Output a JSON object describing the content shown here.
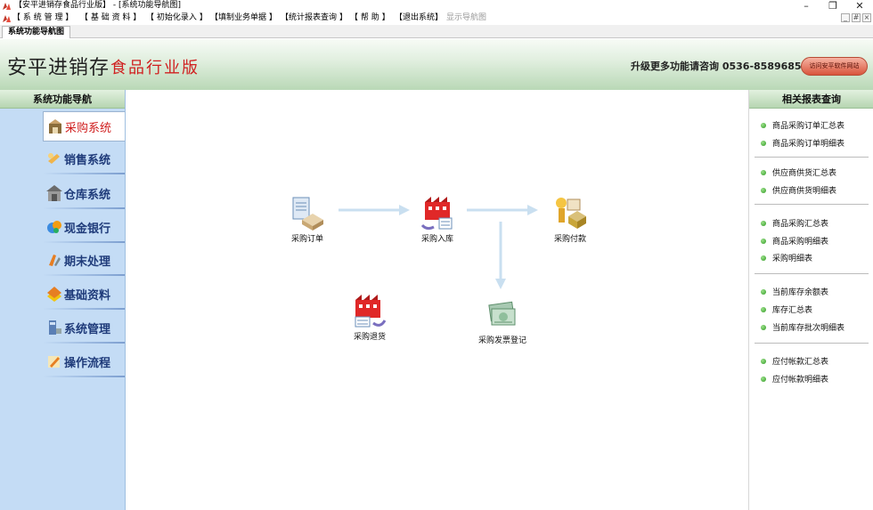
{
  "window": {
    "title": "【安平进销存食品行业版】 - [系统功能导航图]",
    "minimize": "–",
    "restore": "❐",
    "close": "✕"
  },
  "menu": {
    "items": [
      {
        "label": "【 系 统 管 理 】"
      },
      {
        "label": "【 基 础 资 料 】"
      },
      {
        "label": "【 初始化录入 】"
      },
      {
        "label": "【填制业务单据 】"
      },
      {
        "label": "【统计报表查询 】"
      },
      {
        "label": "【 帮 助 】"
      },
      {
        "label": "【退出系统】"
      },
      {
        "label": "显示导航图"
      }
    ],
    "mdi_min": "_",
    "mdi_restore": "#",
    "mdi_close": "×"
  },
  "tab": {
    "label": "系统功能导航图"
  },
  "banner": {
    "brand": "安平进销存",
    "edition": "食品行业版",
    "hotline": "升级更多功能请咨询  0536-8589685",
    "site_button": "访问安平软件网站",
    "colors": {
      "edition": "#d02020",
      "button": "#d9553c"
    }
  },
  "leftnav": {
    "header": "系统功能导航",
    "items": [
      {
        "label": "采购系统",
        "icon": "purchase-icon",
        "active": true
      },
      {
        "label": "销售系统",
        "icon": "sales-icon",
        "active": false
      },
      {
        "label": "仓库系统",
        "icon": "warehouse-icon",
        "active": false
      },
      {
        "label": "现金银行",
        "icon": "cash-bank-icon",
        "active": false
      },
      {
        "label": "期末处理",
        "icon": "period-end-icon",
        "active": false
      },
      {
        "label": "基础资料",
        "icon": "basic-data-icon",
        "active": false
      },
      {
        "label": "系统管理",
        "icon": "system-admin-icon",
        "active": false
      },
      {
        "label": "操作流程",
        "icon": "workflow-icon",
        "active": false
      }
    ]
  },
  "flow": {
    "nodes": [
      {
        "label": "采购订单",
        "icon": "purchase-order-icon"
      },
      {
        "label": "采购入库",
        "icon": "purchase-inbound-icon"
      },
      {
        "label": "采购付款",
        "icon": "purchase-payment-icon"
      },
      {
        "label": "采购退货",
        "icon": "purchase-return-icon"
      },
      {
        "label": "采购发票登记",
        "icon": "purchase-invoice-icon"
      }
    ]
  },
  "reports": {
    "header": "相关报表查询",
    "groups": [
      [
        "商品采购订单汇总表",
        "商品采购订单明细表"
      ],
      [
        "供应商供货汇总表",
        "供应商供货明细表"
      ],
      [
        "商品采购汇总表",
        "商品采购明细表",
        "采购明细表"
      ],
      [
        "当前库存余额表",
        "库存汇总表",
        "当前库存批次明细表"
      ],
      [
        "应付帐款汇总表",
        "应付帐款明细表"
      ]
    ]
  }
}
